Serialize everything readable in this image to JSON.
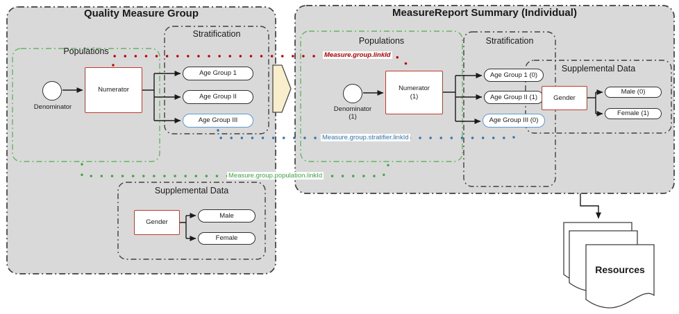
{
  "left": {
    "title": "Quality Measure Group",
    "populations_label": "Populations",
    "denominator": "Denominator",
    "numerator": "Numerator",
    "stratification_label": "Stratification",
    "age_groups": [
      "Age Group 1",
      "Age Group II",
      "Age Group III"
    ],
    "supplemental_label": "Supplemental Data",
    "gender": "Gender",
    "male": "Male",
    "female": "Female"
  },
  "right": {
    "title": "MeasureReport Summary (Individual)",
    "populations_label": "Populations",
    "denominator": "Denominator",
    "denominator_count": "(1)",
    "numerator": "Numerator",
    "numerator_count": "(1)",
    "stratification_label": "Stratification",
    "age_groups": [
      "Age Group 1 (0)",
      "Age Group II (1)",
      "Age Group III (0)"
    ],
    "supplemental_label": "Supplemental Data",
    "gender": "Gender",
    "male": "Male (0)",
    "female": "Female (1)"
  },
  "link_labels": {
    "group": "Measure.group.linkId",
    "stratifier": "Measure.group.stratifier.linkId",
    "population": "Measure.group.population.linkId"
  },
  "resources_label": "Resources",
  "colors": {
    "panel_fill": "#d9d9d9",
    "panel_border": "#3f3f3f",
    "red": "#c00000",
    "red_border": "#c0392b",
    "blue": "#2e75b6",
    "blue_border": "#5b9bd5",
    "green": "#3da843",
    "green_border": "#62b562",
    "arrow_fill": "#f9eecb"
  }
}
